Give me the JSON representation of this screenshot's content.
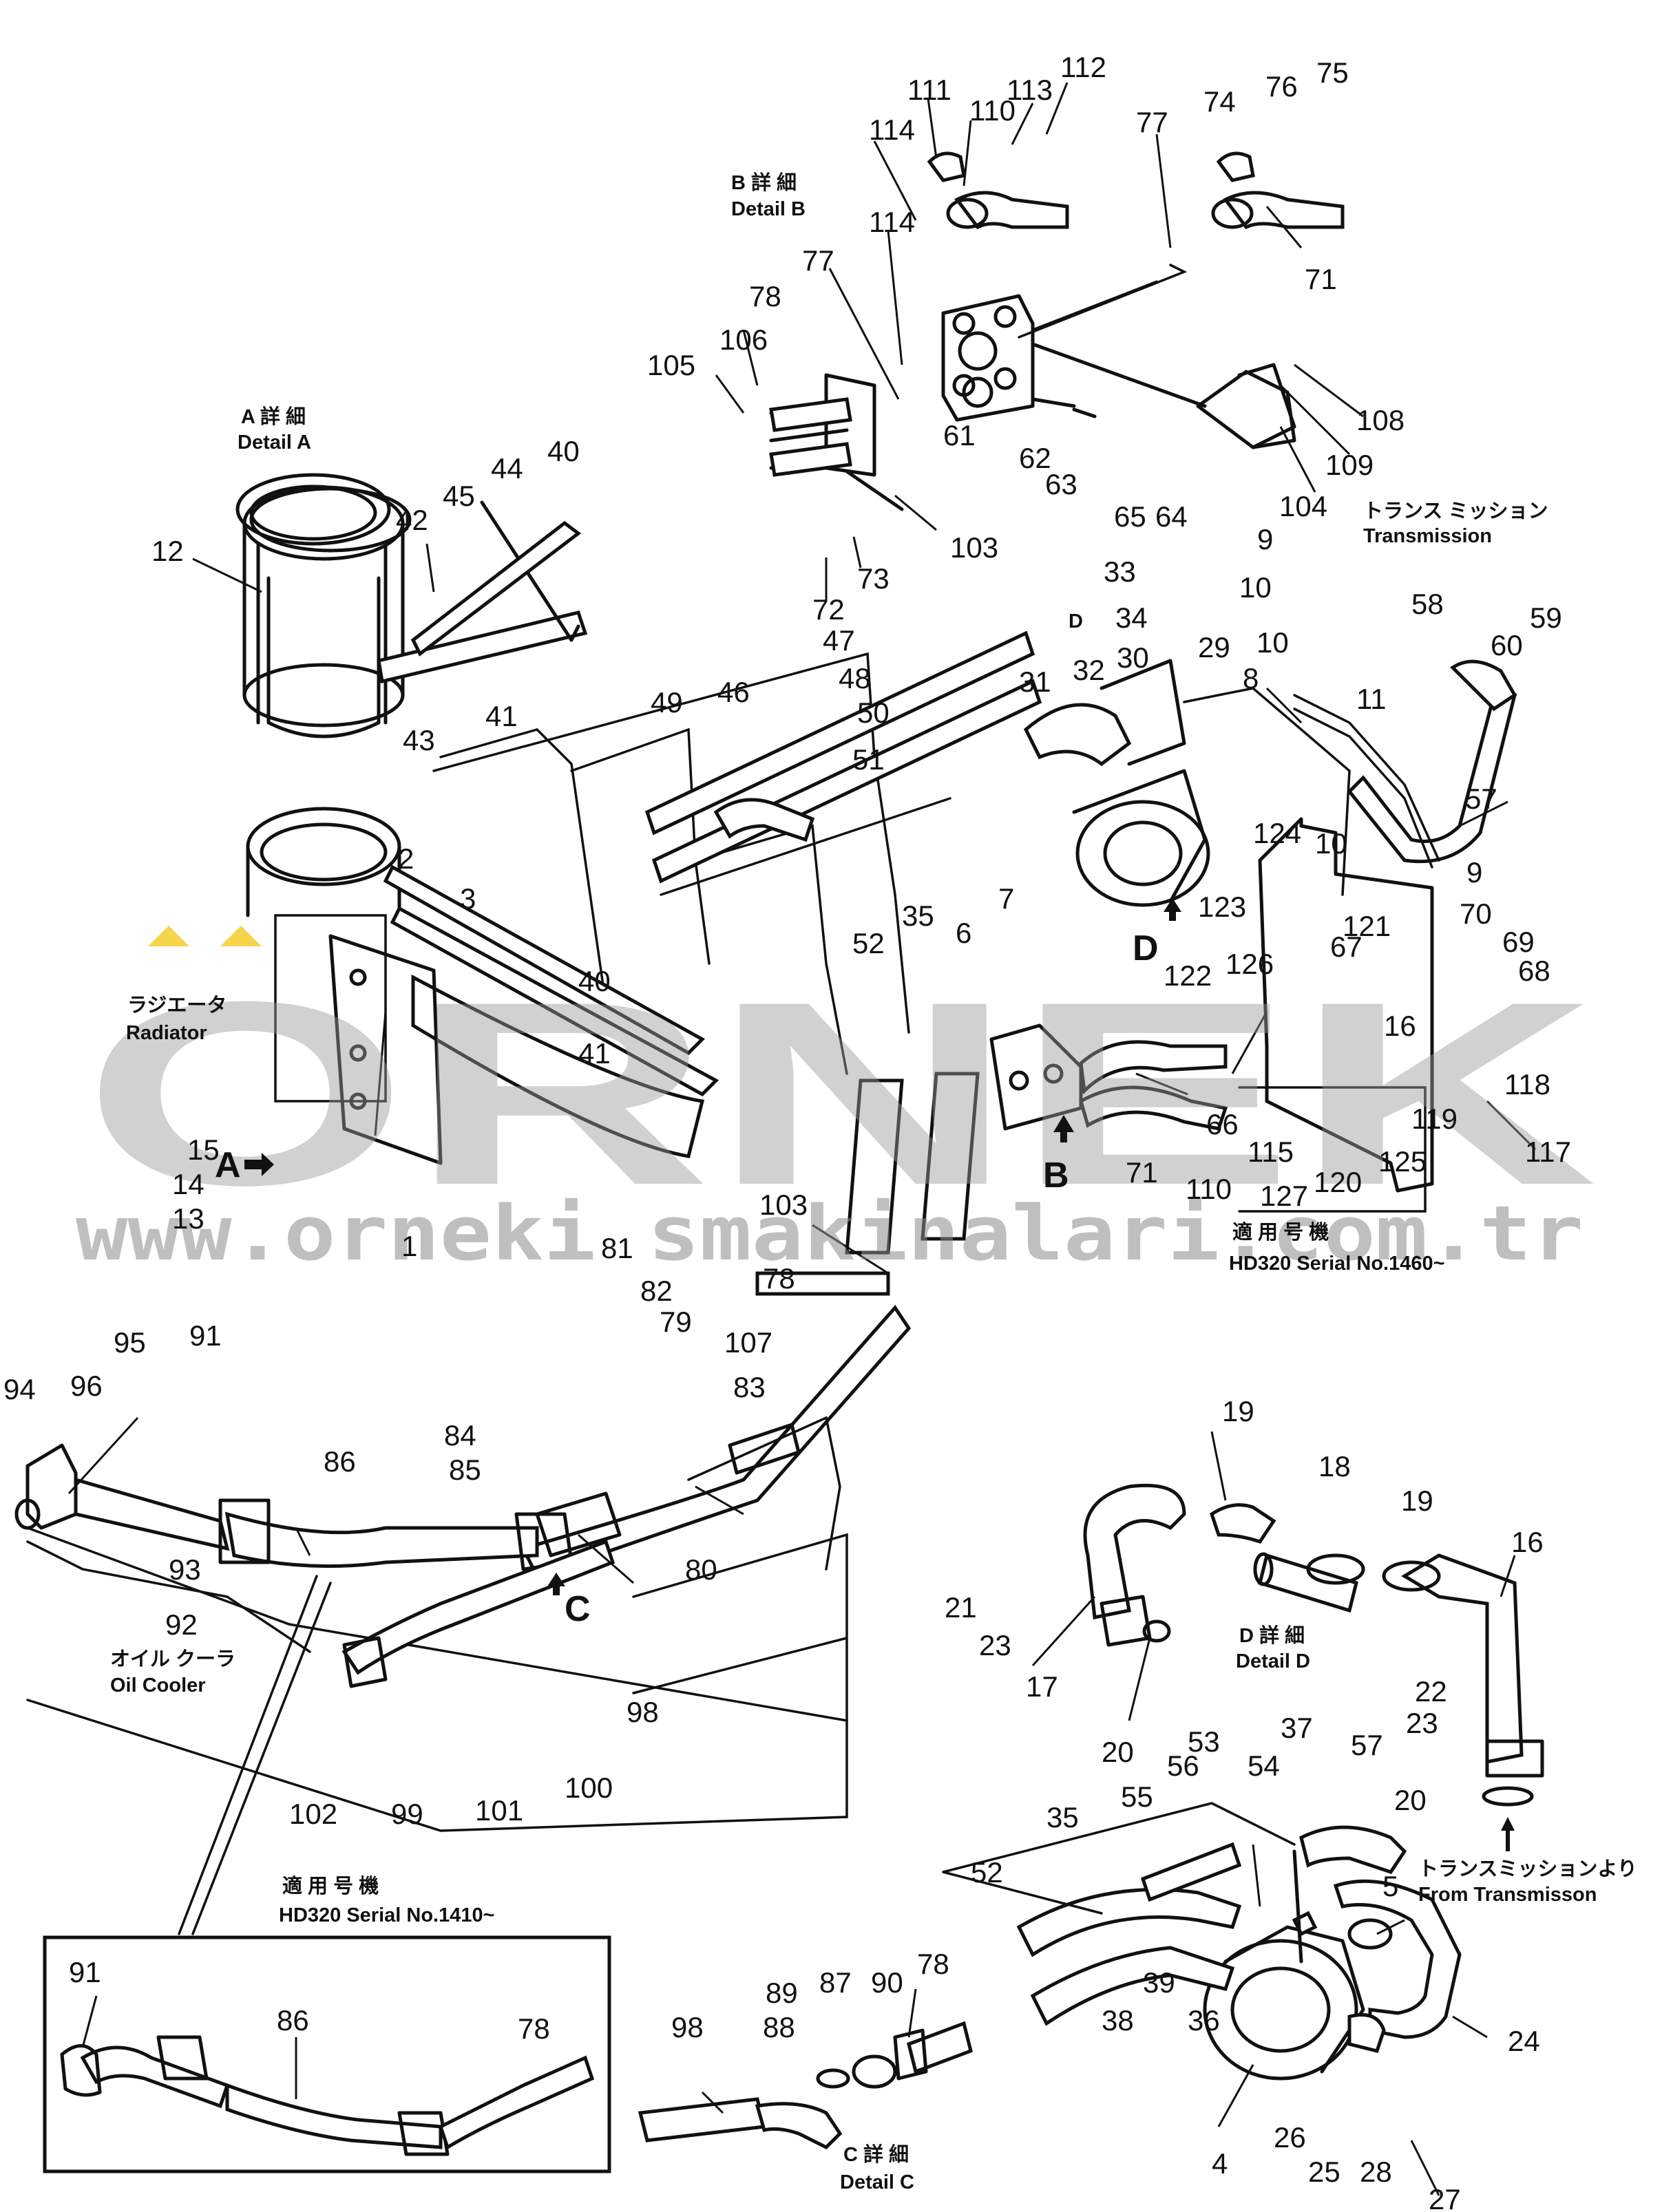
{
  "part_numbers": [
    {
      "n": "111"
    },
    {
      "n": "110"
    },
    {
      "n": "113"
    },
    {
      "n": "112"
    },
    {
      "n": "114"
    },
    {
      "n": "114"
    },
    {
      "n": "77"
    },
    {
      "n": "74"
    },
    {
      "n": "76"
    },
    {
      "n": "75"
    },
    {
      "n": "71"
    },
    {
      "n": "77"
    },
    {
      "n": "78"
    },
    {
      "n": "106"
    },
    {
      "n": "105"
    },
    {
      "n": "61"
    },
    {
      "n": "62"
    },
    {
      "n": "63"
    },
    {
      "n": "65"
    },
    {
      "n": "64"
    },
    {
      "n": "108"
    },
    {
      "n": "109"
    },
    {
      "n": "104"
    },
    {
      "n": "103"
    },
    {
      "n": "73"
    },
    {
      "n": "72"
    },
    {
      "n": "12"
    },
    {
      "n": "45"
    },
    {
      "n": "44"
    },
    {
      "n": "40"
    },
    {
      "n": "42"
    },
    {
      "n": "43"
    },
    {
      "n": "41"
    },
    {
      "n": "33"
    },
    {
      "n": "34"
    },
    {
      "n": "9"
    },
    {
      "n": "10"
    },
    {
      "n": "10"
    },
    {
      "n": "8"
    },
    {
      "n": "58"
    },
    {
      "n": "60"
    },
    {
      "n": "59"
    },
    {
      "n": "11"
    },
    {
      "n": "57"
    },
    {
      "n": "29"
    },
    {
      "n": "30"
    },
    {
      "n": "32"
    },
    {
      "n": "31"
    },
    {
      "n": "47"
    },
    {
      "n": "48"
    },
    {
      "n": "50"
    },
    {
      "n": "51"
    },
    {
      "n": "49"
    },
    {
      "n": "46"
    },
    {
      "n": "2"
    },
    {
      "n": "3"
    },
    {
      "n": "40"
    },
    {
      "n": "41"
    },
    {
      "n": "52"
    },
    {
      "n": "35"
    },
    {
      "n": "6"
    },
    {
      "n": "7"
    },
    {
      "n": "124"
    },
    {
      "n": "10"
    },
    {
      "n": "9"
    },
    {
      "n": "123"
    },
    {
      "n": "121"
    },
    {
      "n": "67"
    },
    {
      "n": "70"
    },
    {
      "n": "69"
    },
    {
      "n": "68"
    },
    {
      "n": "122"
    },
    {
      "n": "126"
    },
    {
      "n": "16"
    },
    {
      "n": "118"
    },
    {
      "n": "119"
    },
    {
      "n": "117"
    },
    {
      "n": "66"
    },
    {
      "n": "115"
    },
    {
      "n": "120"
    },
    {
      "n": "125"
    },
    {
      "n": "127"
    },
    {
      "n": "110"
    },
    {
      "n": "71"
    },
    {
      "n": "15"
    },
    {
      "n": "14"
    },
    {
      "n": "13"
    },
    {
      "n": "1"
    },
    {
      "n": "103"
    },
    {
      "n": "78"
    },
    {
      "n": "81"
    },
    {
      "n": "82"
    },
    {
      "n": "79"
    },
    {
      "n": "107"
    },
    {
      "n": "83"
    },
    {
      "n": "84"
    },
    {
      "n": "85"
    },
    {
      "n": "91"
    },
    {
      "n": "95"
    },
    {
      "n": "96"
    },
    {
      "n": "94"
    },
    {
      "n": "86"
    },
    {
      "n": "93"
    },
    {
      "n": "92"
    },
    {
      "n": "80"
    },
    {
      "n": "98"
    },
    {
      "n": "100"
    },
    {
      "n": "101"
    },
    {
      "n": "99"
    },
    {
      "n": "102"
    },
    {
      "n": "19"
    },
    {
      "n": "18"
    },
    {
      "n": "19"
    },
    {
      "n": "16"
    },
    {
      "n": "21"
    },
    {
      "n": "23"
    },
    {
      "n": "17"
    },
    {
      "n": "20"
    },
    {
      "n": "22"
    },
    {
      "n": "23"
    },
    {
      "n": "20"
    },
    {
      "n": "53"
    },
    {
      "n": "37"
    },
    {
      "n": "56"
    },
    {
      "n": "54"
    },
    {
      "n": "57"
    },
    {
      "n": "55"
    },
    {
      "n": "35"
    },
    {
      "n": "52"
    },
    {
      "n": "5"
    },
    {
      "n": "39"
    },
    {
      "n": "38"
    },
    {
      "n": "36"
    },
    {
      "n": "24"
    },
    {
      "n": "4"
    },
    {
      "n": "26"
    },
    {
      "n": "25"
    },
    {
      "n": "28"
    },
    {
      "n": "27"
    },
    {
      "n": "91"
    },
    {
      "n": "86"
    },
    {
      "n": "78"
    },
    {
      "n": "98"
    },
    {
      "n": "88"
    },
    {
      "n": "89"
    },
    {
      "n": "87"
    },
    {
      "n": "90"
    },
    {
      "n": "78"
    }
  ],
  "labels": {
    "detail_b_jp": "B 詳 細",
    "detail_b_en": "Detail B",
    "detail_a_jp": "A 詳 細",
    "detail_a_en": "Detail A",
    "detail_c_jp": "C 詳 細",
    "detail_c_en": "Detail C",
    "detail_d_jp": "D 詳 細",
    "detail_d_en": "Detail D",
    "transmission_jp": "トランス ミッション",
    "transmission_en": "Transmission",
    "radiator_jp": "ラジエータ",
    "radiator_en": "Radiator",
    "oil_cooler_jp": "オイル クーラ",
    "oil_cooler_en": "Oil Cooler",
    "from_transmission_jp": "トランスミッションより",
    "from_transmission_en": "From Transmisson",
    "serial1460_jp": "適 用 号 機",
    "serial1460_en": "HD320 Serial No.1460~",
    "serial1410_jp": "適 用 号 機",
    "serial1410_en": "HD320 Serial No.1410~",
    "view_a": "A",
    "view_b": "B",
    "view_c": "C",
    "view_d": "D",
    "view_d_small": "D"
  },
  "watermark": {
    "brand": "ORNEK",
    "url": "www.orneki smakinalari.com.tr"
  },
  "colors": {
    "line": "#111111",
    "watermark": "#9a9a9a",
    "accent_logo": "#f2c200"
  }
}
